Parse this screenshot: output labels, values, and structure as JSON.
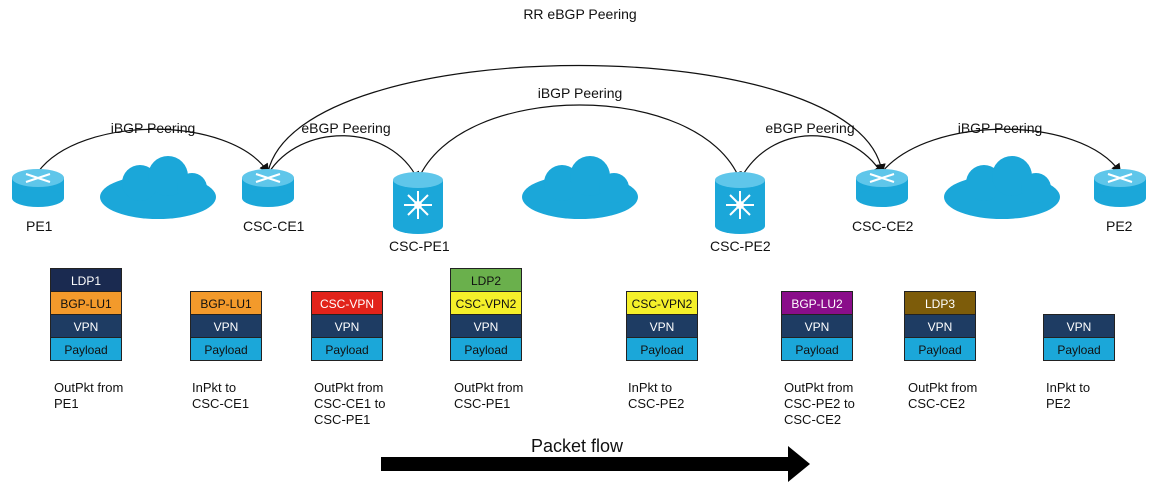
{
  "peerings": {
    "rr_ebgp": "RR eBGP Peering",
    "ibgp_left": "iBGP Peering",
    "ebgp_left": "eBGP Peering",
    "ibgp_middle": "iBGP Peering",
    "ebgp_right": "eBGP Peering",
    "ibgp_right": "iBGP Peering"
  },
  "nodes": {
    "pe1": "PE1",
    "csc_ce1": "CSC-CE1",
    "csc_pe1": "CSC-PE1",
    "csc_pe2": "CSC-PE2",
    "csc_ce2": "CSC-CE2",
    "pe2": "PE2"
  },
  "colors": {
    "router": "#1ba7d9",
    "cloud": "#1ba7d9",
    "ldp1": "#1a2a50",
    "bgp_lu1": "#f39a2b",
    "vpn": "#1e3c63",
    "payload": "#1ba7d9",
    "csc_vpn": "#e2231a",
    "ldp2": "#6ab04c",
    "csc_vpn2": "#f5f02a",
    "bgp_lu2": "#8a0d8a",
    "ldp3": "#7d5c0a"
  },
  "stacks": [
    {
      "labels": [
        "LDP1",
        "BGP-LU1",
        "VPN",
        "Payload"
      ],
      "caption": "OutPkt from\nPE1"
    },
    {
      "labels": [
        "BGP-LU1",
        "VPN",
        "Payload"
      ],
      "caption": "InPkt to\nCSC-CE1"
    },
    {
      "labels": [
        "CSC-VPN",
        "VPN",
        "Payload"
      ],
      "caption": "OutPkt from\nCSC-CE1 to\nCSC-PE1"
    },
    {
      "labels": [
        "LDP2",
        "CSC-VPN2",
        "VPN",
        "Payload"
      ],
      "caption": "OutPkt from\nCSC-PE1"
    },
    {
      "labels": [
        "CSC-VPN2",
        "VPN",
        "Payload"
      ],
      "caption": "InPkt to\nCSC-PE2"
    },
    {
      "labels": [
        "BGP-LU2",
        "VPN",
        "Payload"
      ],
      "caption": "OutPkt from\nCSC-PE2 to\nCSC-CE2"
    },
    {
      "labels": [
        "LDP3",
        "VPN",
        "Payload"
      ],
      "caption": "OutPkt from\nCSC-CE2"
    },
    {
      "labels": [
        "VPN",
        "Payload"
      ],
      "caption": "InPkt to\nPE2"
    }
  ],
  "packet_flow_label": "Packet flow"
}
